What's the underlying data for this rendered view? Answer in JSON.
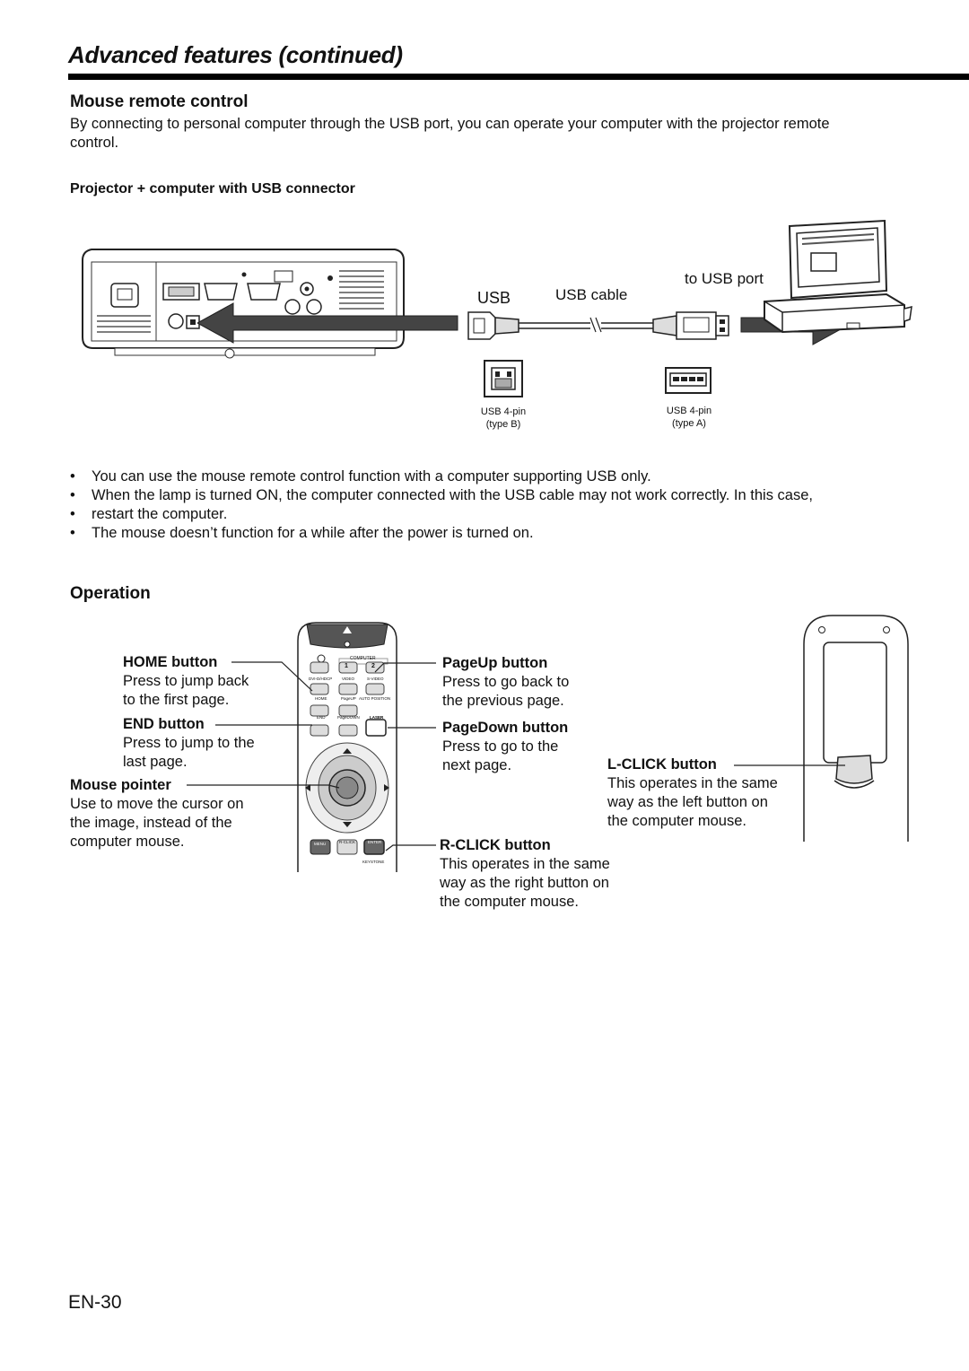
{
  "header": {
    "title": "Advanced features (continued)"
  },
  "mouse_remote": {
    "heading": "Mouse remote control",
    "intro_line1": "By connecting to personal computer through the USB port, you can operate your computer with the projector remote",
    "intro_line2": "control.",
    "subheading": "Projector + computer with USB connector"
  },
  "diagram": {
    "usb_label": "USB",
    "cable_label": "USB cable",
    "port_label": "to USB port",
    "connector_b_line1": "USB 4-pin",
    "connector_b_line2": "(type B)",
    "connector_a_line1": "USB 4-pin",
    "connector_a_line2": "(type A)"
  },
  "notes": [
    "You can use the mouse remote control function with a computer supporting USB only.",
    "When the lamp is turned ON, the computer connected with the USB cable may not work correctly. In this case,",
    "restart the computer.",
    "The mouse doesn’t function for a while after the power is turned on."
  ],
  "operation": {
    "heading": "Operation",
    "home": {
      "title": "HOME button",
      "line1": "Press to jump back",
      "line2": "to the first page."
    },
    "end": {
      "title": "END button",
      "line1": "Press to jump to the",
      "line2": "last page."
    },
    "mouse_pointer": {
      "title": "Mouse pointer",
      "line1": "Use to move the cursor on",
      "line2": "the image, instead of the",
      "line3": "computer mouse."
    },
    "pageup": {
      "title": "PageUp button",
      "line1": "Press to go back to",
      "line2": "the previous page."
    },
    "pagedown": {
      "title": "PageDown button",
      "line1": "Press to go to the",
      "line2": "next page."
    },
    "lclick": {
      "title": "L-CLICK button",
      "line1": "This operates in the same",
      "line2": "way as the left button on",
      "line3": "the computer mouse."
    },
    "rclick": {
      "title": "R-CLICK button",
      "line1": "This operates in the same",
      "line2": "way as the right button on",
      "line3": "the computer mouse."
    }
  },
  "remote_labels": {
    "computer": "COMPUTER",
    "btn1": "1",
    "btn2": "2",
    "dvi": "DVI-D/HDCP",
    "video": "VIDEO",
    "svideo": "S-VIDEO",
    "home": "HOME",
    "pageup": "PageUP",
    "auto_position": "AUTO POSITION",
    "end": "END",
    "pagedown": "PageDOWN",
    "laser": "LASER",
    "menu": "MENU",
    "rclick": "R-CLICK",
    "enter": "ENTER",
    "keystone": "KEYSTONE"
  },
  "footer": {
    "page_number": "EN-30"
  }
}
